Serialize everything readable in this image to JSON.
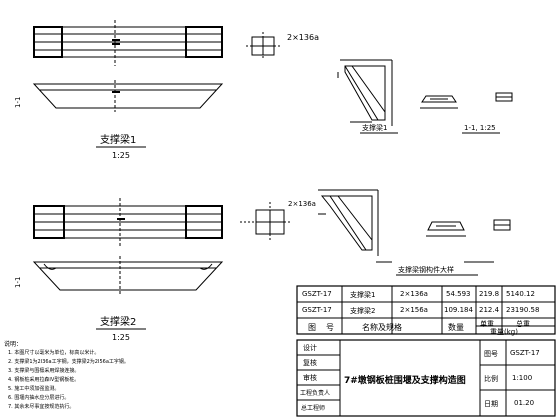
{
  "top_beam": {
    "section_label": "2×136a",
    "cut_left": "1-1",
    "title": "支撑梁1",
    "scale": "1:25"
  },
  "bottom_beam": {
    "section_label": "2×136a",
    "cut_left": "1-1",
    "title": "支撑梁2",
    "scale": "1:25"
  },
  "bracket_top": {
    "detail_a": "支撑梁1",
    "detail_b": "1-1, 1:25"
  },
  "bracket_bottom": {
    "caption": "支撑梁钢构件大样"
  },
  "table": {
    "rows": [
      {
        "code": "GSZT-17",
        "name": "支撑梁1",
        "spec": "2×136a",
        "length": "54.593",
        "unit_wt": "219.8",
        "total": "5140.12"
      },
      {
        "code": "GSZT-17",
        "name": "支撑梁2",
        "spec": "2×156a",
        "length": "109.184",
        "unit_wt": "212.4",
        "total": "23190.58"
      }
    ],
    "header": {
      "no": "图",
      "code": "号",
      "name": "名称及规格",
      "spec": "",
      "length": "数量",
      "unit": "单重",
      "total": "总重",
      "weight": "重量(kg)"
    }
  },
  "title_block": {
    "left_labels": [
      "设计",
      "复核",
      "审核",
      "工程负责人",
      "总工程师"
    ],
    "main_title": "7#墩钢板桩围堰及支撑构造图",
    "drawing_no": "GSZT-17",
    "right_labels": [
      "图号",
      "比例",
      "日期"
    ],
    "right_values": [
      "GSZT-17",
      "1:100",
      "01.20"
    ]
  },
  "notes": {
    "heading": "说明：",
    "lines": [
      "1. 本图尺寸以毫米为单位，标高以米计。",
      "2. 支撑梁1为2I36a工字钢，支撑梁2为2I56a工字钢。",
      "3. 支撑梁与围檩采用焊接连接。",
      "4. 钢板桩采用拉森IV型钢板桩。",
      "5. 施工中须加强监测。",
      "6. 围堰内抽水应分层进行。",
      "7. 其余未尽事宜按规范执行。"
    ]
  }
}
